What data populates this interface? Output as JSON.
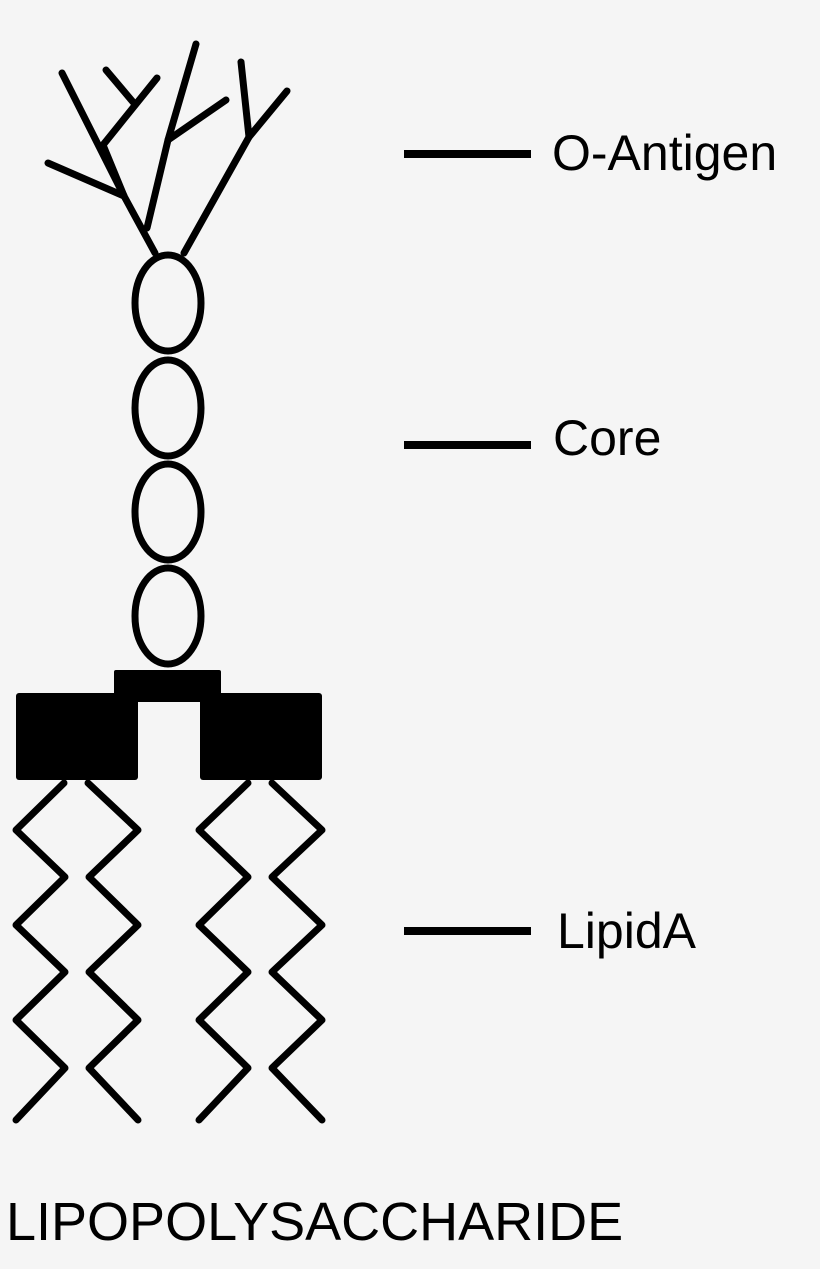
{
  "labels": {
    "o_antigen": "O-Antigen",
    "core": "Core",
    "lipid_a": "LipidA"
  },
  "title": "LIPOPOLYSACCHARIDE",
  "colors": {
    "background": "#f5f5f5",
    "ink": "#000000"
  }
}
